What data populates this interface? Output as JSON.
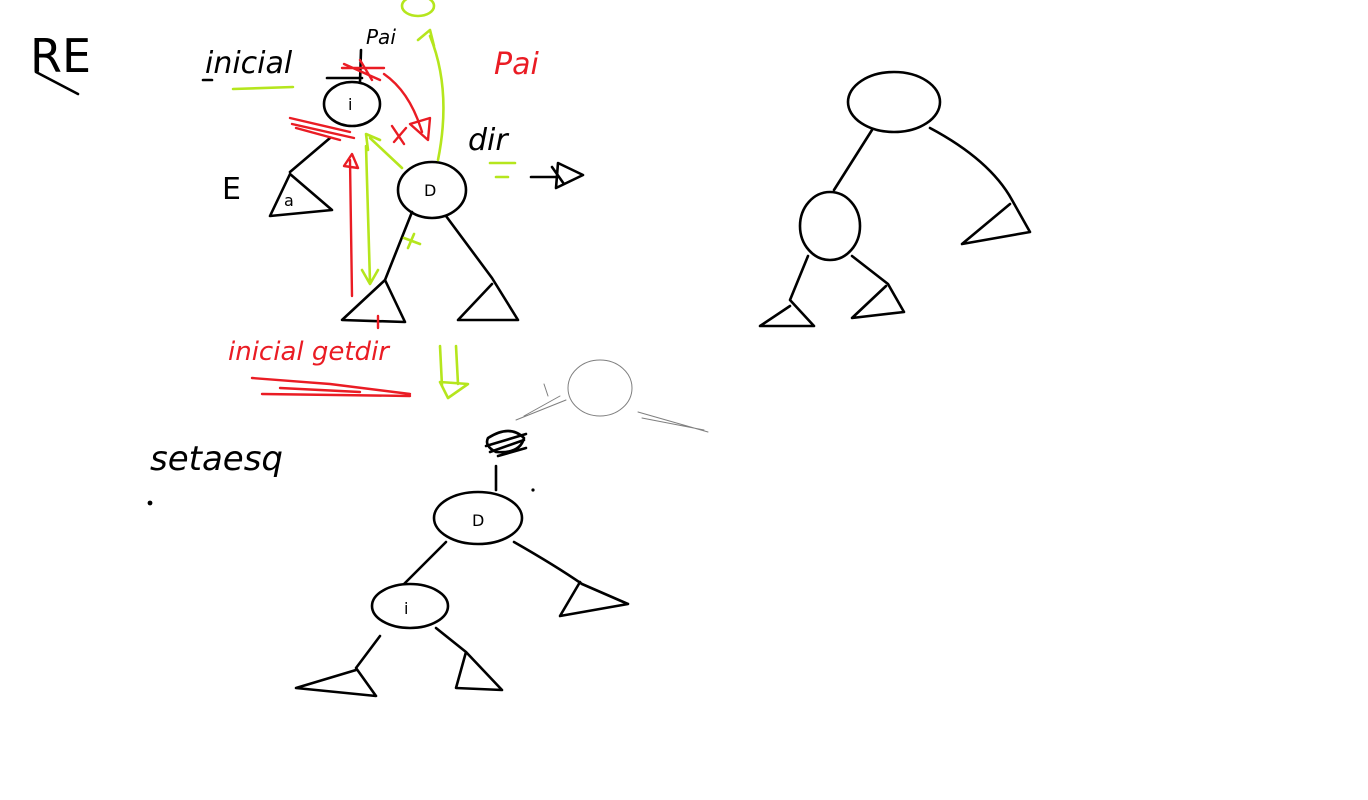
{
  "labels": {
    "title": "RE",
    "side_letter": "E",
    "inicial": "inicial",
    "pai": "Pai",
    "pai_red": "Pai",
    "dir": "dir",
    "inicial_getdir": "inicial getdir",
    "setaesq": "setaesq"
  },
  "nodes": {
    "top_left_root": "i",
    "top_right_child": "D",
    "bottom_root": "D",
    "bottom_left_child": "i",
    "subtree_marker": "a"
  },
  "colors": {
    "ink": "#000000",
    "red": "#ea1c24",
    "green": "#b5e61d",
    "gray": "#7f7f7f",
    "background": "#ffffff"
  }
}
